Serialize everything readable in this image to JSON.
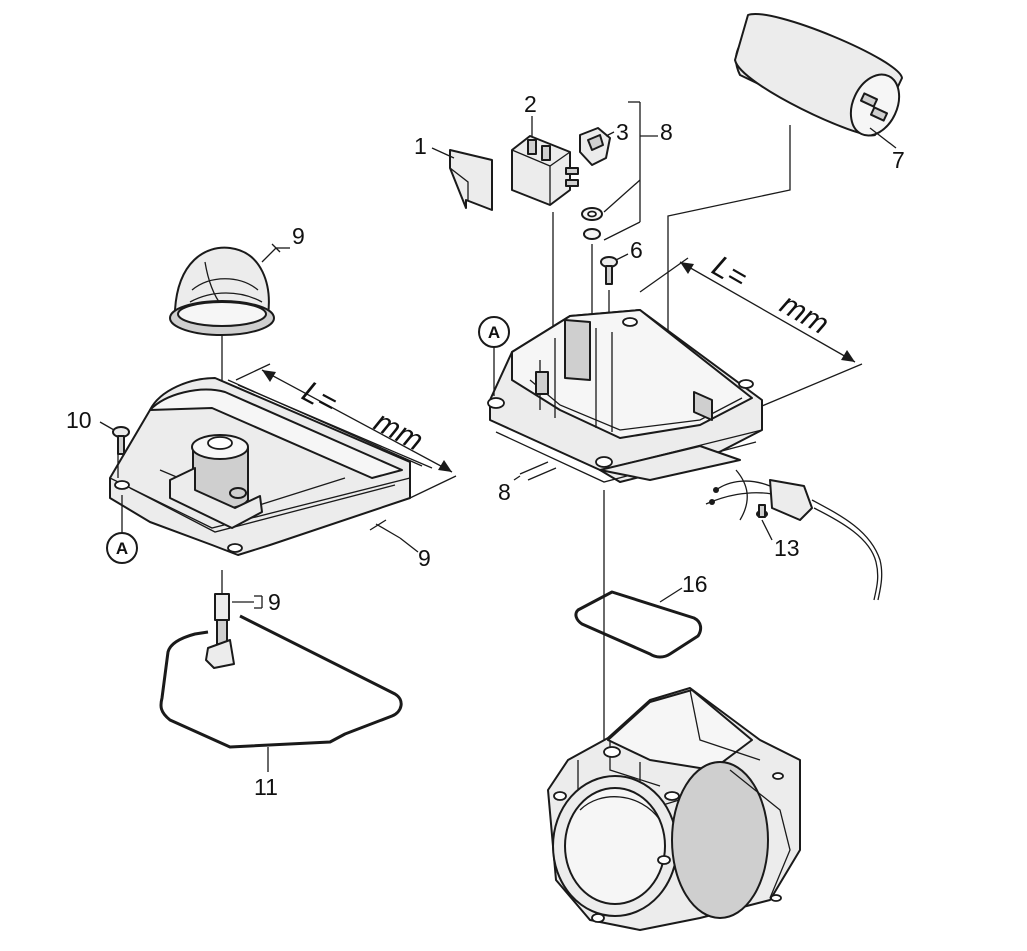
{
  "callouts": {
    "c1": "1",
    "c2": "2",
    "c3": "3",
    "c6": "6",
    "c7": "7",
    "c8_top": "8",
    "c8_bottom": "8",
    "c9_knob": "9",
    "c9_cover": "9",
    "c9_shaft": "9",
    "c10": "10",
    "c11": "11",
    "c13": "13",
    "c16": "16"
  },
  "dimensions": {
    "left": {
      "l_label": "L=",
      "unit": "mm"
    },
    "right": {
      "l_label": "L=",
      "unit": "mm"
    }
  },
  "reference_marks": {
    "left_a": "A",
    "right_a": "A"
  }
}
